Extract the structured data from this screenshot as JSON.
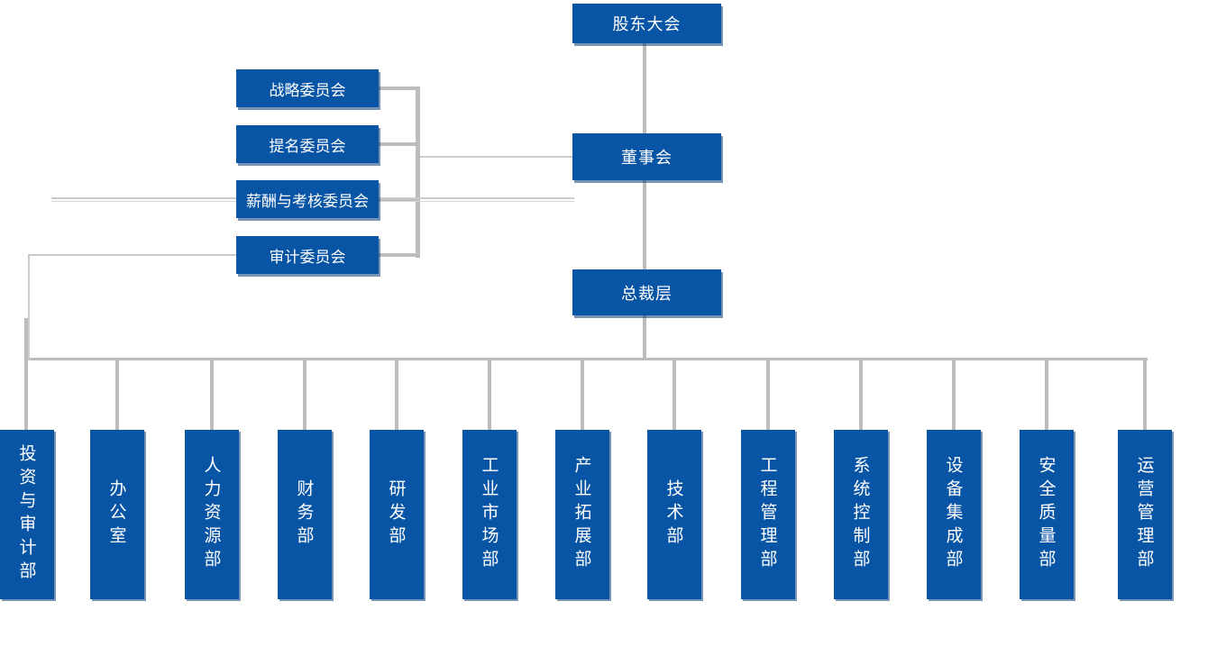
{
  "org": {
    "nodes": {
      "shareholders": "股东大会",
      "board": "董事会",
      "president": "总裁层"
    },
    "committees": [
      "战略委员会",
      "提名委员会",
      "薪酬与考核委员会",
      "审计委员会"
    ],
    "departments": [
      "投资与审计部",
      "办公室",
      "人力资源部",
      "财务部",
      "研发部",
      "工业市场部",
      "产业拓展部",
      "技术部",
      "工程管理部",
      "系统控制部",
      "设备集成部",
      "安全质量部",
      "运营管理部"
    ],
    "edges": [
      "股东大会 -> 董事会",
      "战略委员会 -> 董事会",
      "提名委员会 -> 董事会",
      "薪酬与考核委员会 -> 董事会",
      "审计委员会 -> 董事会",
      "董事会 -> 总裁层",
      "总裁层 -> 全部职能部门"
    ],
    "colors": {
      "node_fill": "#0854A5",
      "node_shadow": "#0A3B75",
      "node_text": "#FFFFFF",
      "connector_thick": "#BCBCBC",
      "connector_thin": "#CBCBCB",
      "background": "#FFFFFF"
    }
  }
}
